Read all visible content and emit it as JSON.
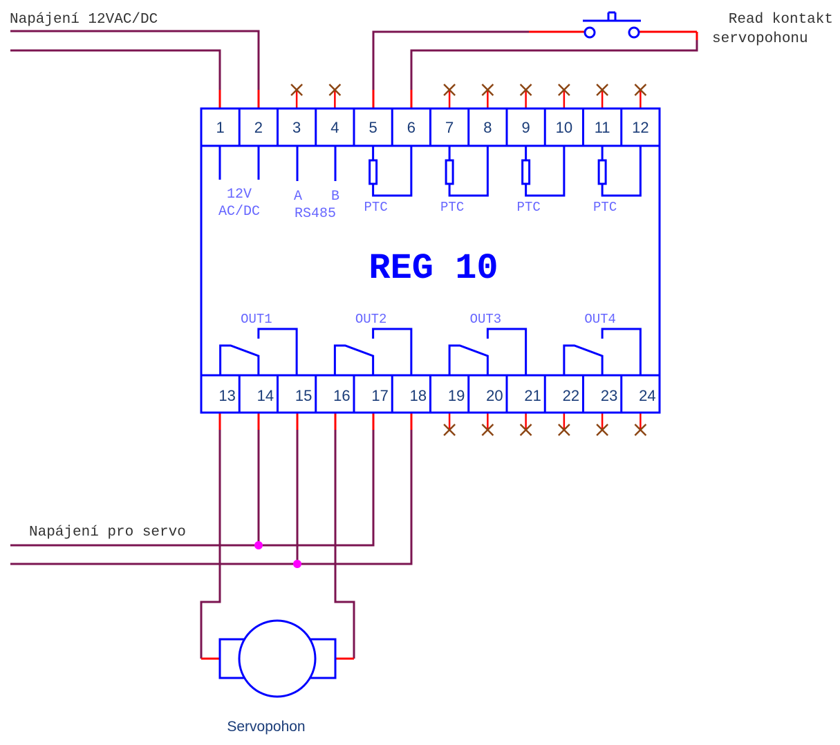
{
  "labels": {
    "power_supply": "Napájení 12VAC/DC",
    "reed_contact_line1": "Read kontakt",
    "reed_contact_line2": "servopohonu",
    "servo_supply": "Napájení pro servo",
    "servo_motor": "Servopohon",
    "module_title": "REG 10",
    "power_terminal_line1": "12V",
    "power_terminal_line2": "AC/DC",
    "rs485_a": "A",
    "rs485_b": "B",
    "rs485_label": "RS485"
  },
  "ptc_labels": [
    "PTC",
    "PTC",
    "PTC",
    "PTC"
  ],
  "relay_outputs": [
    "OUT1",
    "OUT2",
    "OUT3",
    "OUT4"
  ],
  "terminals_top": [
    "1",
    "2",
    "3",
    "4",
    "5",
    "6",
    "7",
    "8",
    "9",
    "10",
    "11",
    "12"
  ],
  "terminals_bottom": [
    "13",
    "14",
    "15",
    "16",
    "17",
    "18",
    "19",
    "20",
    "21",
    "22",
    "23",
    "24"
  ],
  "unused_terminals": [
    "3",
    "4",
    "7",
    "8",
    "9",
    "10",
    "11",
    "12",
    "19",
    "20",
    "21",
    "22",
    "23",
    "24"
  ],
  "colors": {
    "module": "#0000ff",
    "terminal_text": "#1a3c78",
    "label_text": "#6666ff",
    "wire": "#7b1450",
    "wire_stub": "#ff0000",
    "unused_mark": "#8b4513",
    "junction": "#ff00ff",
    "annotation": "#333333"
  }
}
